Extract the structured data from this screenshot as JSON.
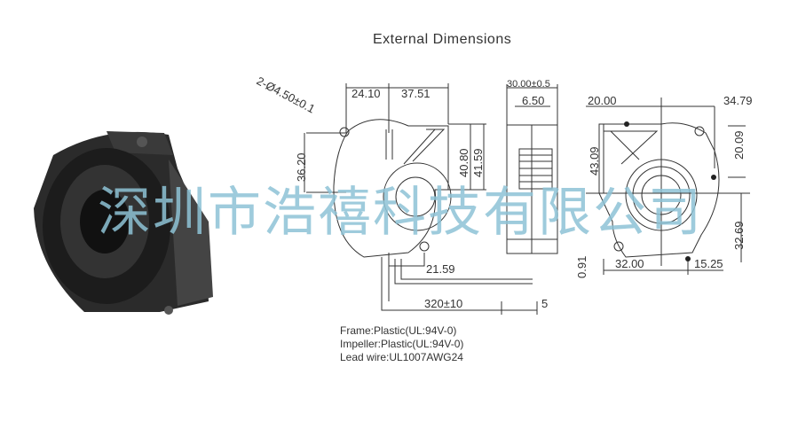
{
  "title": "External Dimensions",
  "dimensions": {
    "hole": "2-Ø4.50±0.1",
    "w_left": "24.10",
    "w_right": "37.51",
    "h_left": "36.20",
    "h_inner": "40.80",
    "h_outer": "41.59",
    "outlet": "21.59",
    "lead": "320±10",
    "strip": "5",
    "thickness": "30.00±0.5",
    "hub": "6.50",
    "back_left": "20.00",
    "back_right": "34.79",
    "back_h_top": "43.09",
    "back_h_right": "20.09",
    "back_offset": "0.91",
    "back_h_low": "32.69",
    "back_bottom_left": "32.00",
    "back_bottom_right": "15.25"
  },
  "specs": [
    "Frame:Plastic(UL:94V-0)",
    "Impeller:Plastic(UL:94V-0)",
    "Lead wire:UL1007AWG24"
  ],
  "watermark": "深圳市浩禧科技有限公司"
}
